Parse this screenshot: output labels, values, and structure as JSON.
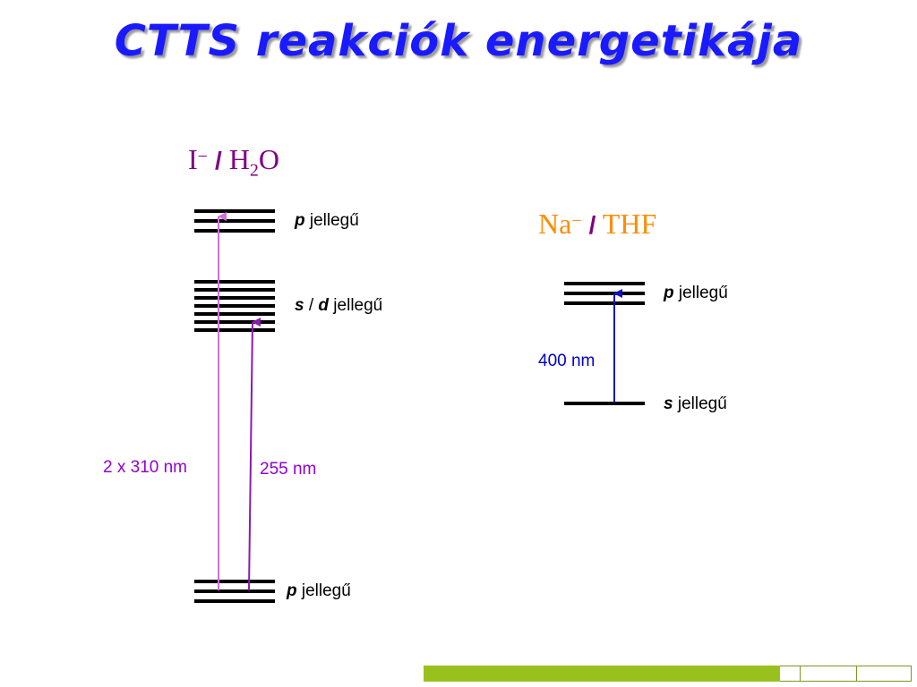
{
  "title": "CTTS reakciók energetikája",
  "systems": {
    "left": {
      "ion": "I",
      "charge": "−",
      "slash": "/",
      "solvent_main": "H",
      "solvent_sub": "2",
      "solvent_end": "O"
    },
    "right": {
      "ion": "Na",
      "charge": "−",
      "slash": "/",
      "solvent": "THF"
    }
  },
  "levels": {
    "left_top_sym": "p",
    "left_top_text": " jellegű",
    "left_mid_sym1": "s",
    "left_mid_sep": " / ",
    "left_mid_sym2": "d",
    "left_mid_text": " jellegű",
    "left_bottom_sym": "p",
    "left_bottom_text": " jellegű",
    "right_top_sym": "p",
    "right_top_text": " jellegű",
    "right_bottom_sym": "s",
    "right_bottom_text": " jellegű"
  },
  "transitions": {
    "two_photon": "2 x 310 nm",
    "one_photon": "255 nm",
    "na_thf": "400 nm"
  },
  "colors": {
    "title": "#1a1aff",
    "two_photon_arrow": "#d070e0",
    "one_photon_arrow": "#8a1ab0",
    "na_arrow": "#1010c0",
    "level_lines": "#000000"
  }
}
